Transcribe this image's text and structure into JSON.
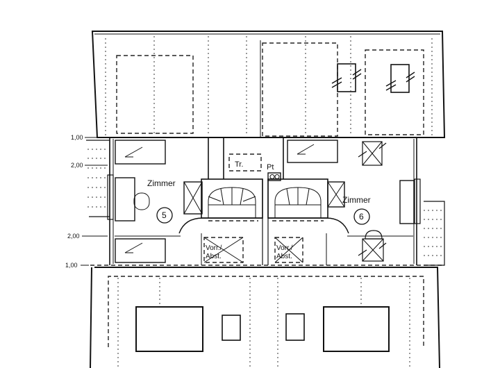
{
  "levels": {
    "top": "1,00",
    "upper_mid": "2,00",
    "lower_mid": "2,00",
    "bottom": "1,00"
  },
  "rooms": {
    "left": {
      "name": "Zimmer",
      "number": "5"
    },
    "right": {
      "name": "Zimmer",
      "number": "6"
    }
  },
  "labels": {
    "tr": "Tr.",
    "pt": "Pt",
    "vorr_line1": "Vorr./",
    "abst_line2": "Abst."
  }
}
